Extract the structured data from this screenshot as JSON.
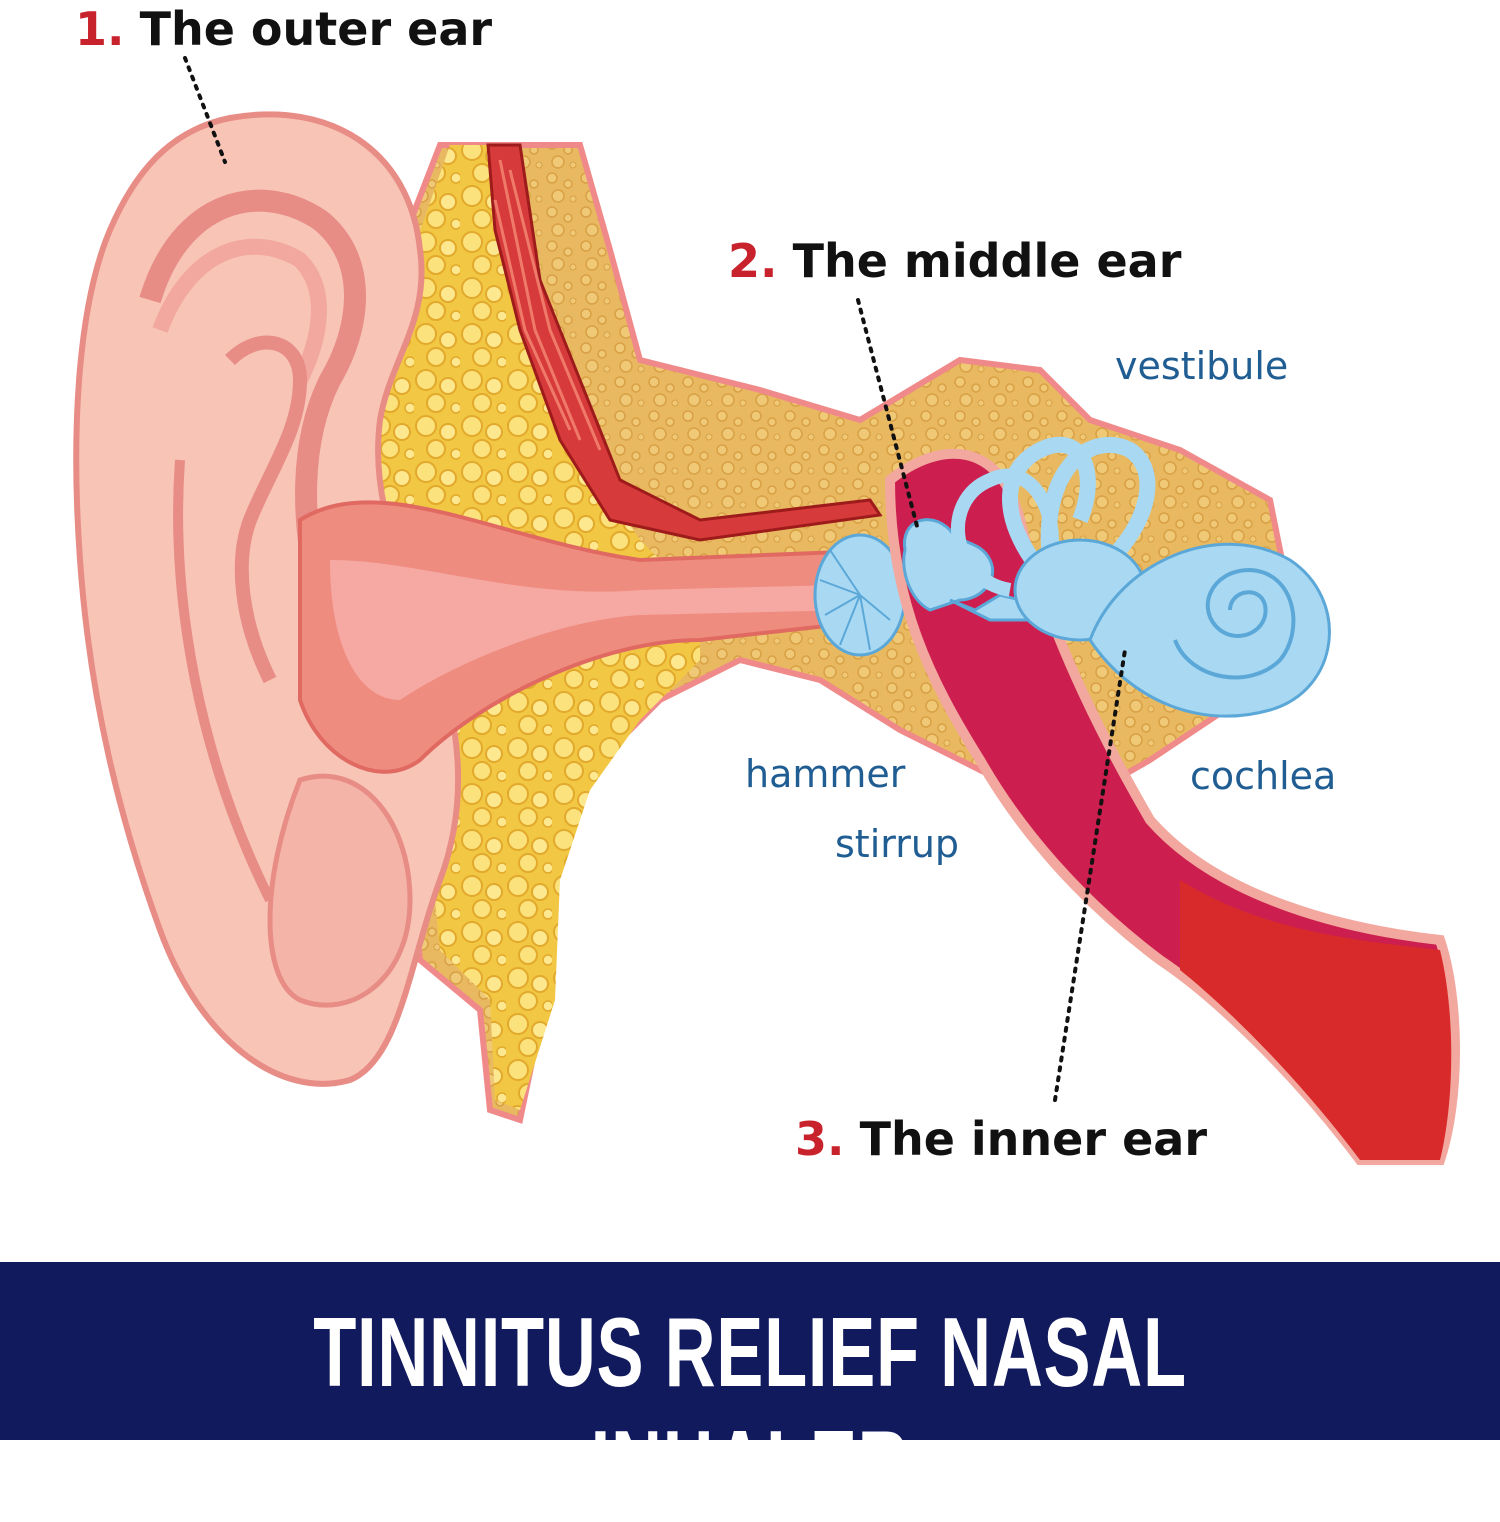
{
  "labels": {
    "outer": {
      "number": "1.",
      "text": "The outer ear"
    },
    "middle": {
      "number": "2.",
      "text": "The middle ear"
    },
    "inner": {
      "number": "3.",
      "text": "The inner ear"
    },
    "vestibule": "vestibule",
    "hammer": "hammer",
    "stirrup": "stirrup",
    "cochlea": "cochlea"
  },
  "banner": {
    "title": "TINNITUS RELIEF NASAL INHALER"
  },
  "colors": {
    "number": "#c8232c",
    "part_label": "#1f5d92",
    "banner_bg": "#101a5c",
    "skin": "#f7c4b6",
    "skin_dark": "#e88c86",
    "fat": "#f2c744",
    "bone": "#e8b960",
    "muscle": "#d63a3a",
    "tube": "#cc1f4f",
    "inner_ear": "#a8d8f2"
  }
}
